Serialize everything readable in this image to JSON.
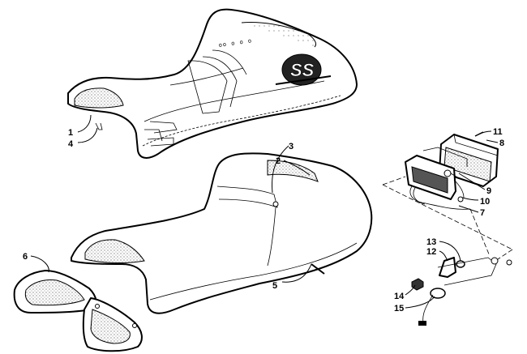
{
  "callouts": {
    "c1": "1",
    "c2": "2",
    "c3": "3",
    "c4": "4",
    "c5": "5",
    "c6": "6",
    "c7": "7",
    "c8": "8",
    "c9": "9",
    "c10": "10",
    "c11": "11",
    "c12": "12",
    "c13": "13",
    "c14": "14",
    "c15": "15"
  },
  "logo_text": "SS"
}
